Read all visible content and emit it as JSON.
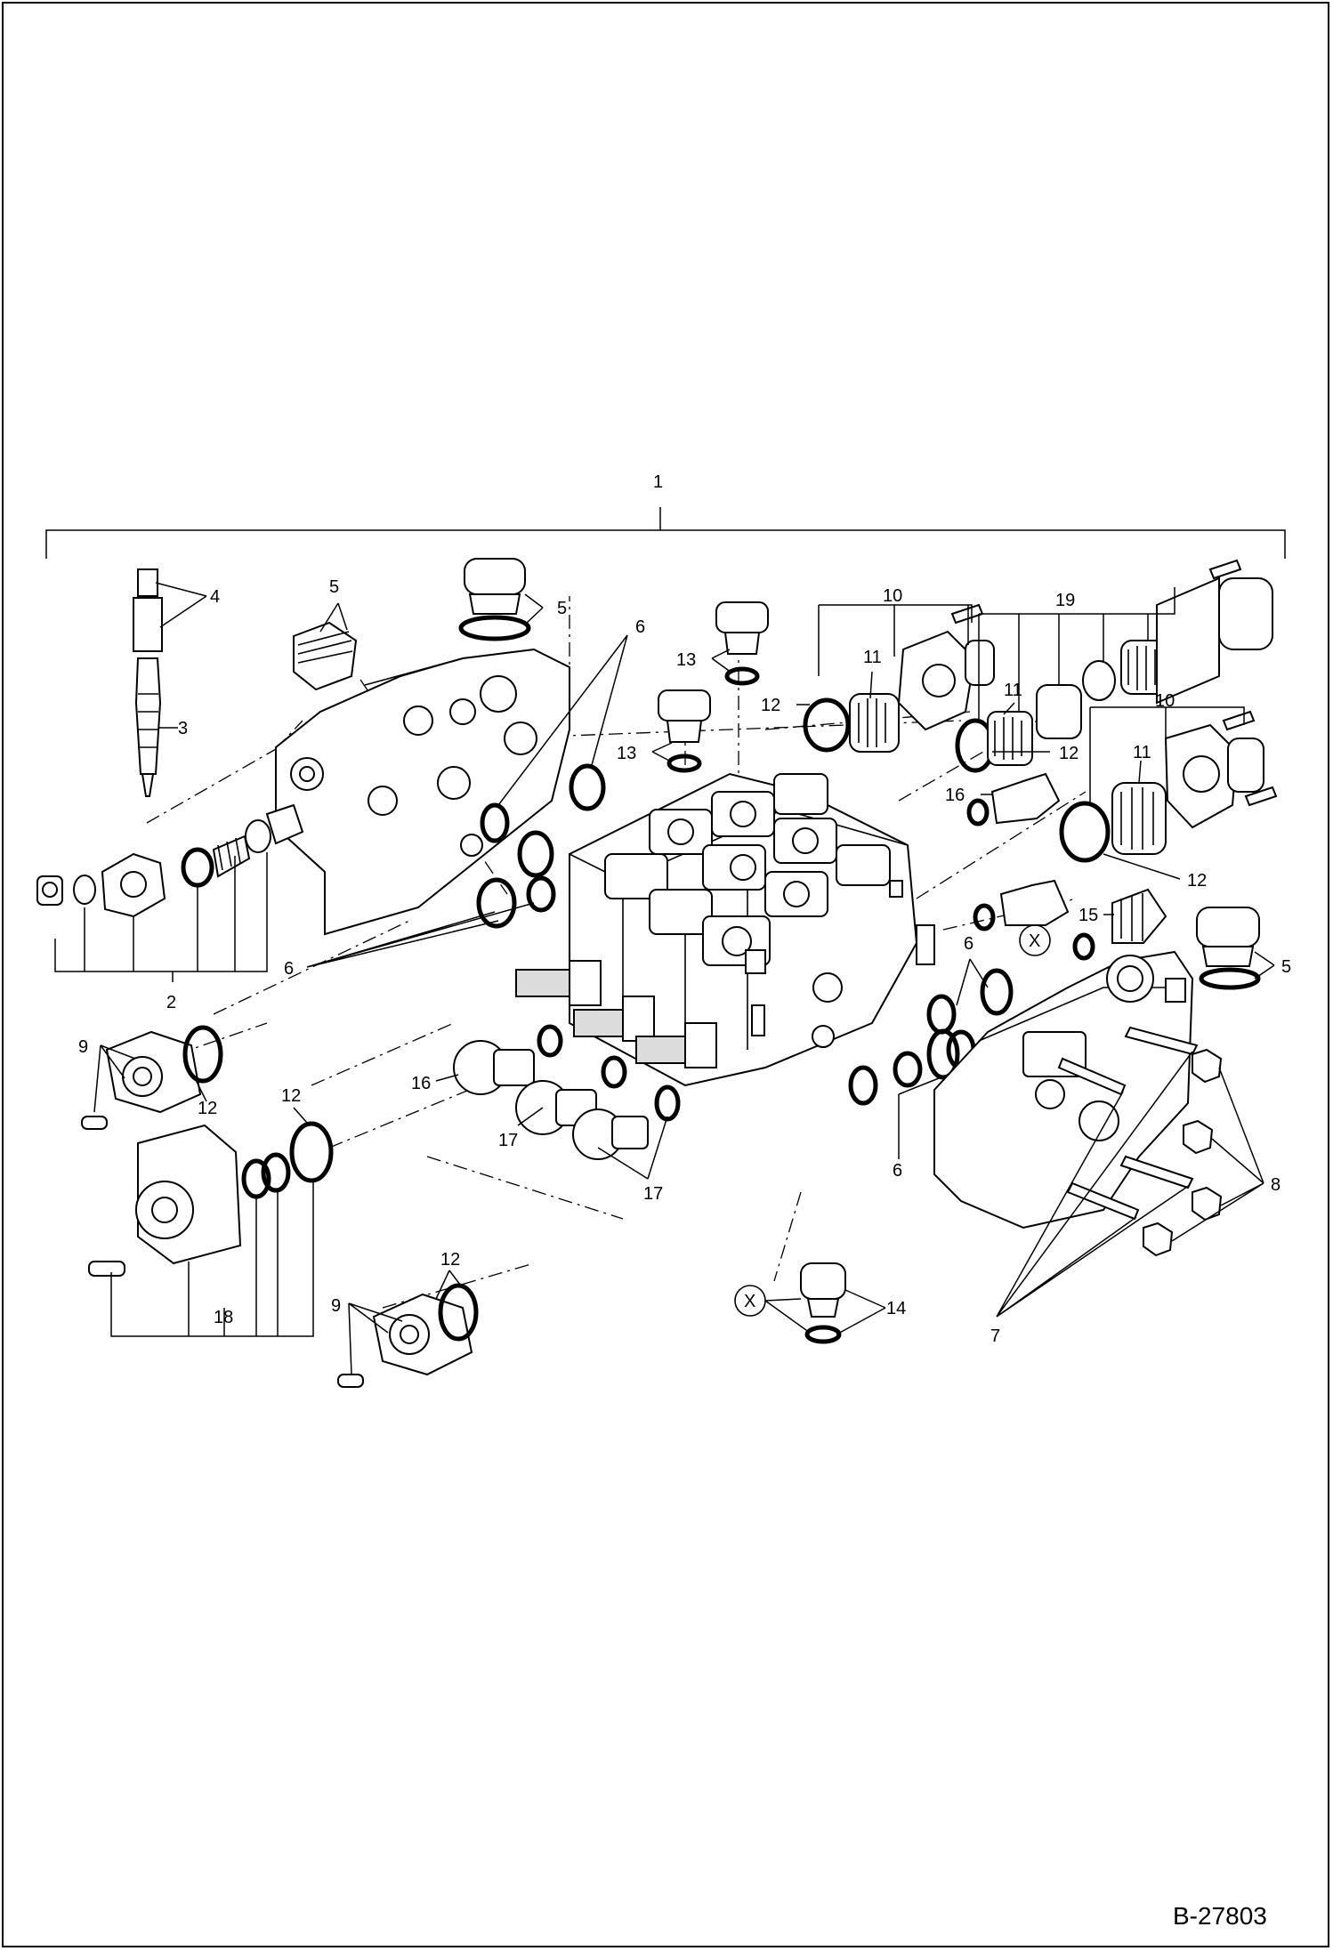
{
  "document_number": "B-27803",
  "callouts": {
    "c1": "1",
    "c2": "2",
    "c3": "3",
    "c4": "4",
    "c5": "5",
    "c6": "6",
    "c7": "7",
    "c8": "8",
    "c9": "9",
    "c10": "10",
    "c11": "11",
    "c12": "12",
    "c13": "13",
    "c14": "14",
    "c15": "15",
    "c16": "16",
    "c17": "17",
    "c18": "18",
    "c19": "19",
    "x": "X"
  }
}
